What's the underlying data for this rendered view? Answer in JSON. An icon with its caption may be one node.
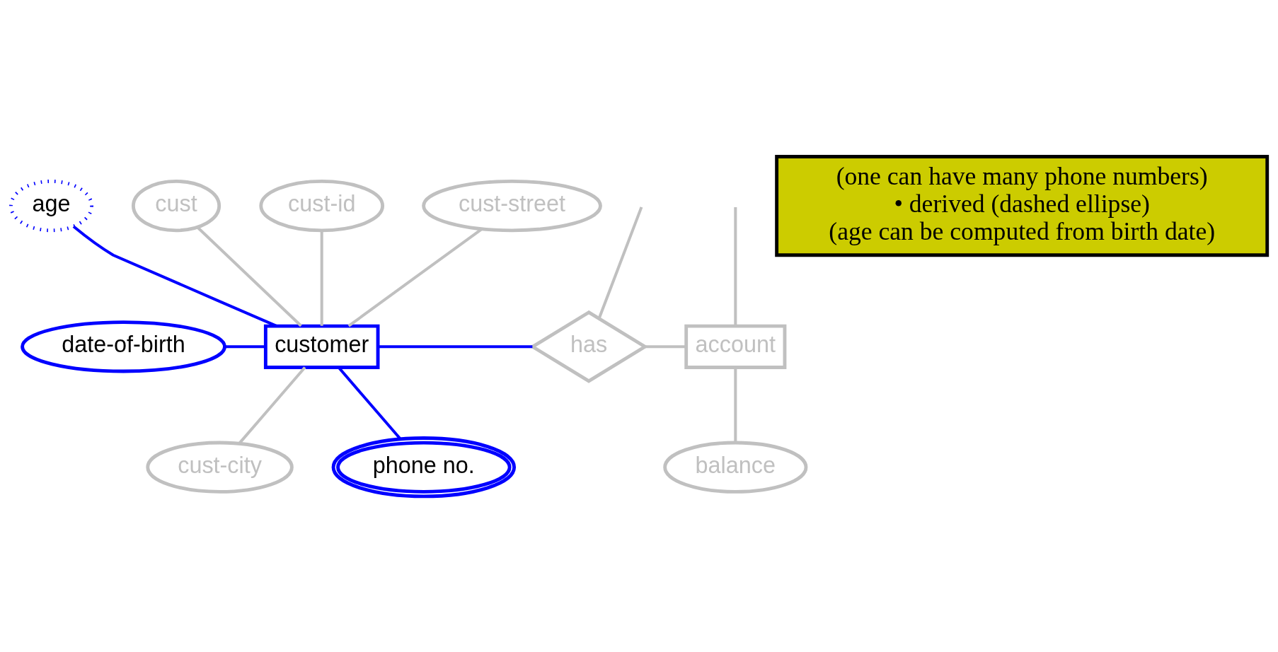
{
  "diagram": {
    "nodes": [
      {
        "text": [
          "age"
        ]
      },
      {
        "text": [
          "cust"
        ]
      },
      {
        "text": [
          "(one can have many phone numbers)",
          "• derived (dashed ellipse)",
          "(age can be computed from birth date)"
        ]
      },
      {
        "text": [
          "cust-id"
        ]
      },
      {
        "text": [
          "date-of-birth"
        ]
      },
      {
        "text": [
          "customer"
        ]
      },
      {
        "text": [
          "has"
        ]
      },
      {
        "text": [
          "account"
        ]
      },
      {
        "text": [
          "cust-street"
        ]
      },
      {
        "text": [
          "cust-city"
        ]
      },
      {
        "text": [
          "phone no."
        ]
      },
      {
        "text": [
          "balance"
        ]
      }
    ],
    "edges": [
      {
        "from": 0,
        "to": 5,
        "arrow": "none",
        "color": "#0000ff"
      },
      {
        "from": 1,
        "to": 5,
        "arrow": "none"
      },
      {
        "from": 3,
        "to": 5,
        "arrow": "none"
      },
      {
        "from": 4,
        "to": 5,
        "arrow": "none",
        "color": "#0000ff"
      },
      {
        "from": 5,
        "to": 6,
        "arrow": "none",
        "color": "#0000ff"
      },
      {
        "from": 6,
        "to": 7,
        "arrow": "none"
      },
      {
        "from": 8,
        "to": 5,
        "arrow": "none"
      },
      {
        "from": 5,
        "to": 9,
        "arrow": "none"
      },
      {
        "from": 5,
        "to": 10,
        "arrow": "none",
        "color": "#0000ff"
      },
      {
        "from": 7,
        "to": 11,
        "arrow": "none"
      },
      {
        "from": null,
        "to": 6,
        "arrow": "none"
      },
      {
        "from": null,
        "to": 7,
        "arrow": "none"
      }
    ]
  }
}
